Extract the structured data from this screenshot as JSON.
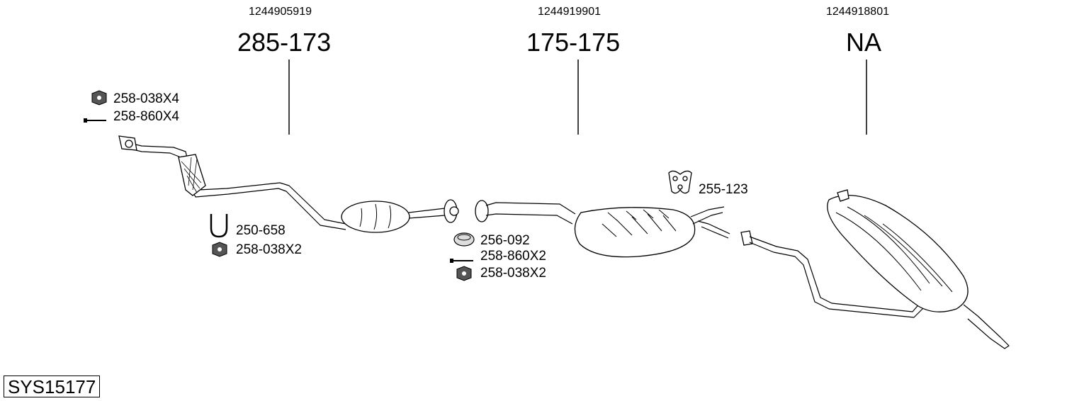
{
  "sections": [
    {
      "oem": "1244905919",
      "code": "285-173"
    },
    {
      "oem": "1244919901",
      "code": "175-175"
    },
    {
      "oem": "1244918801",
      "code": "NA"
    }
  ],
  "parts": {
    "nut_x4": "258-038X4",
    "bolt_x4": "258-860X4",
    "u_clamp": "250-658",
    "nut_x2_a": "258-038X2",
    "ring": "256-092",
    "bolt_x2": "258-860X2",
    "nut_x2_b": "258-038X2",
    "hanger": "255-123"
  },
  "system_id": "SYS15177"
}
